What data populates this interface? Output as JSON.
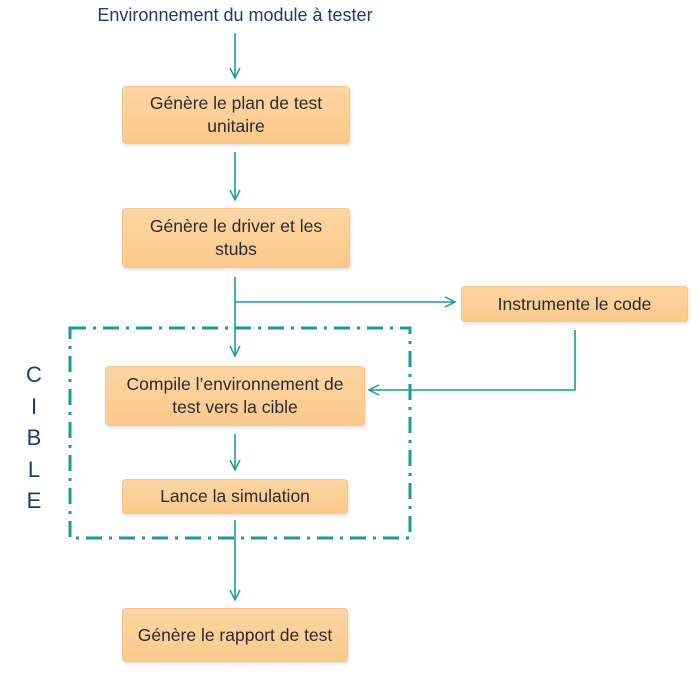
{
  "diagram": {
    "title": "Environnement du module à tester",
    "steps": {
      "plan": "Génère le plan de test unitaire",
      "driver": "Génère le driver et les stubs",
      "instrument": "Instrumente le code",
      "compile": "Compile l’environnement de test vers la cible",
      "simulation": "Lance la simulation",
      "rapport": "Génère le rapport de test"
    },
    "group_label_letters": [
      "C",
      "I",
      "B",
      "L",
      "E"
    ],
    "colors": {
      "box_fill": "#fbc98a",
      "connector": "#1e9a9a",
      "text": "#1f3b6b"
    }
  }
}
